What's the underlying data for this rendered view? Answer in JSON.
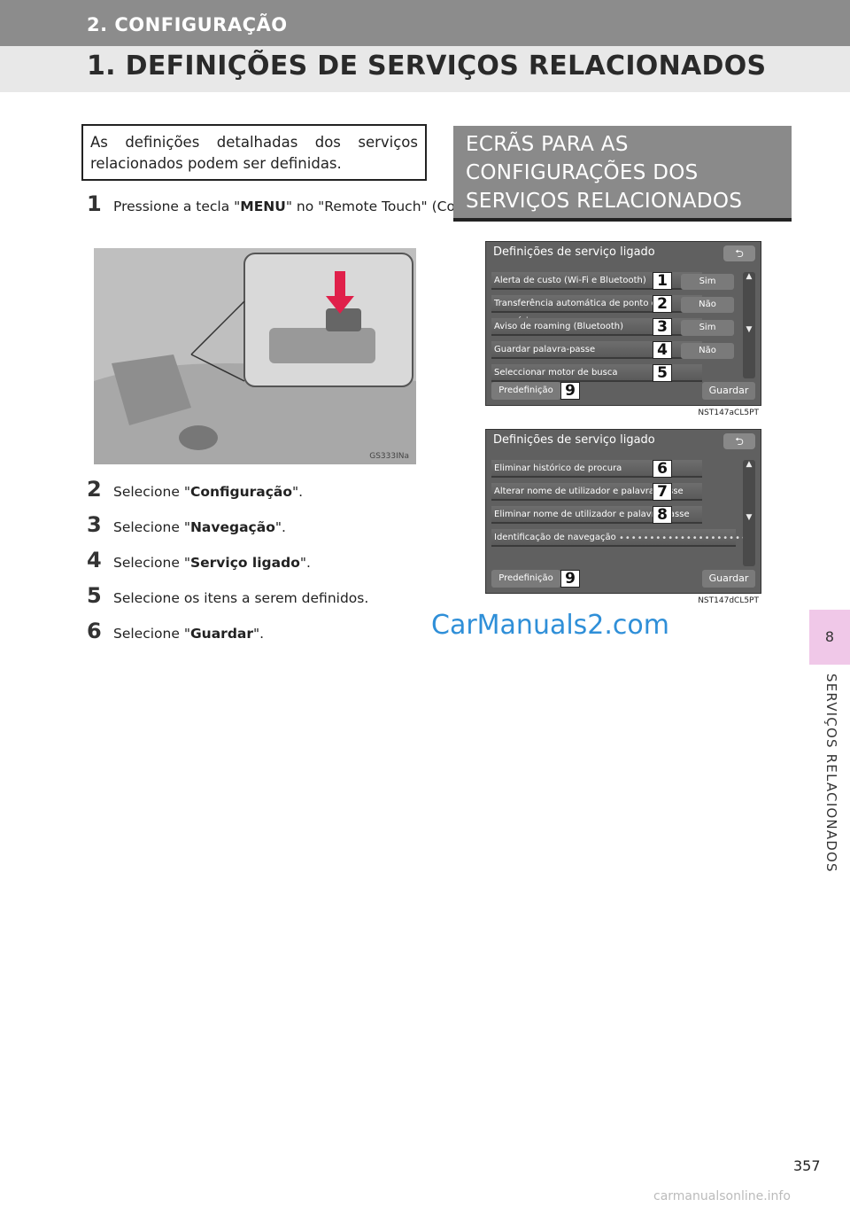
{
  "header": {
    "section_title": "2. CONFIGURAÇÃO",
    "page_title": "1. DEFINIÇÕES DE SERVIÇOS RELACIONADOS"
  },
  "intro_box": "As definições detalhadas dos serviços relacionados podem ser definidas.",
  "steps": [
    {
      "num": "1",
      "pre": "Pressione a tecla \"",
      "bold": "MENU",
      "post": "\" no \"Remote Touch\" (Comando Tátil Remoto)."
    },
    {
      "num": "2",
      "pre": "Selecione \"",
      "bold": "Configuração",
      "post": "\"."
    },
    {
      "num": "3",
      "pre": "Selecione \"",
      "bold": "Navegação",
      "post": "\"."
    },
    {
      "num": "4",
      "pre": "Selecione \"",
      "bold": "Serviço ligado",
      "post": "\"."
    },
    {
      "num": "5",
      "pre": "Selecione os itens a serem definidos.",
      "bold": "",
      "post": ""
    },
    {
      "num": "6",
      "pre": "Selecione \"",
      "bold": "Guardar",
      "post": "\"."
    }
  ],
  "photo_code": "GS333INa",
  "screens_header": [
    "ECRÃS PARA AS",
    "CONFIGURAÇÕES DOS",
    "SERVIÇOS RELACIONADOS"
  ],
  "screen1": {
    "title": "Definições de serviço ligado",
    "back": "⮌",
    "rows": [
      {
        "label": "Alerta de custo (Wi-Fi e Bluetooth)",
        "value": "Sim",
        "callout": "1"
      },
      {
        "label": "Transferência automática de ponto de memória",
        "value": "Não",
        "callout": "2"
      },
      {
        "label": "Aviso de roaming (Bluetooth)",
        "value": "Sim",
        "callout": "3"
      },
      {
        "label": "Guardar palavra-passe",
        "value": "Não",
        "callout": "4"
      },
      {
        "label": "Seleccionar motor de busca",
        "value": "",
        "callout": "5"
      }
    ],
    "default_label": "Predefinição",
    "default_callout": "9",
    "save_label": "Guardar",
    "code": "NST147aCL5PT"
  },
  "screen2": {
    "title": "Definições de serviço ligado",
    "back": "⮌",
    "rows": [
      {
        "label": "Eliminar histórico de procura",
        "callout": "6"
      },
      {
        "label": "Alterar nome de utilizador e palavra-passe",
        "callout": "7"
      },
      {
        "label": "Eliminar nome de utilizador e palavra-passe",
        "callout": "8"
      },
      {
        "label": "Identificação de navegação",
        "callout": ""
      }
    ],
    "dots": "•••••••••••••••••••••",
    "default_label": "Predefinição",
    "default_callout": "9",
    "save_label": "Guardar",
    "code": "NST147dCL5PT"
  },
  "watermark": "CarManuals2.com",
  "side_tab": {
    "number": "8",
    "label": "SERVIÇOS RELACIONADOS"
  },
  "page_number": "357",
  "footer_watermark": "carmanualsonline.info"
}
